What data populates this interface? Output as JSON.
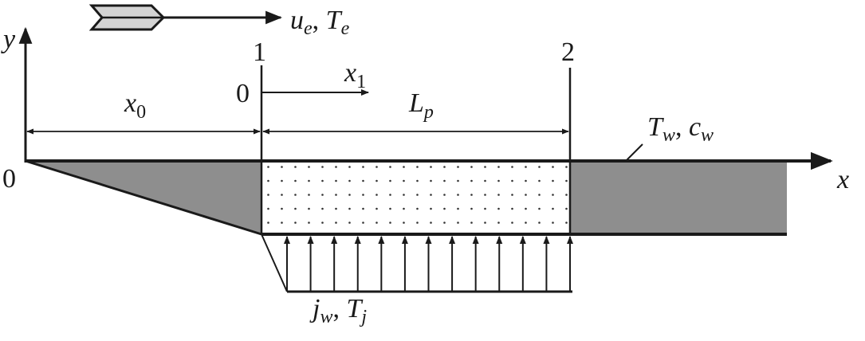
{
  "labels": {
    "y_axis": "y",
    "x_axis": "x",
    "origin": "0",
    "section1": "1",
    "section2": "2",
    "x1_origin": "0",
    "x1": {
      "base": "x",
      "sub": "1"
    },
    "x0": {
      "base": "x",
      "sub": "0"
    },
    "Lp": {
      "base": "L",
      "sub": "p"
    },
    "wall": {
      "T": "T",
      "Tsub": "w",
      "sep": ", ",
      "c": "c",
      "csub": "w"
    },
    "flow": {
      "u": "u",
      "usub": "e",
      "sep": ", ",
      "T": "T",
      "Tsub": "e"
    },
    "injection": {
      "j": "j",
      "jsub": "w",
      "sep": ", ",
      "T": "T",
      "Tsub": "j"
    }
  },
  "colors": {
    "solid_wall": "#8e8e8e",
    "feather": "#d4d4d4",
    "line": "#1a1a1a"
  }
}
